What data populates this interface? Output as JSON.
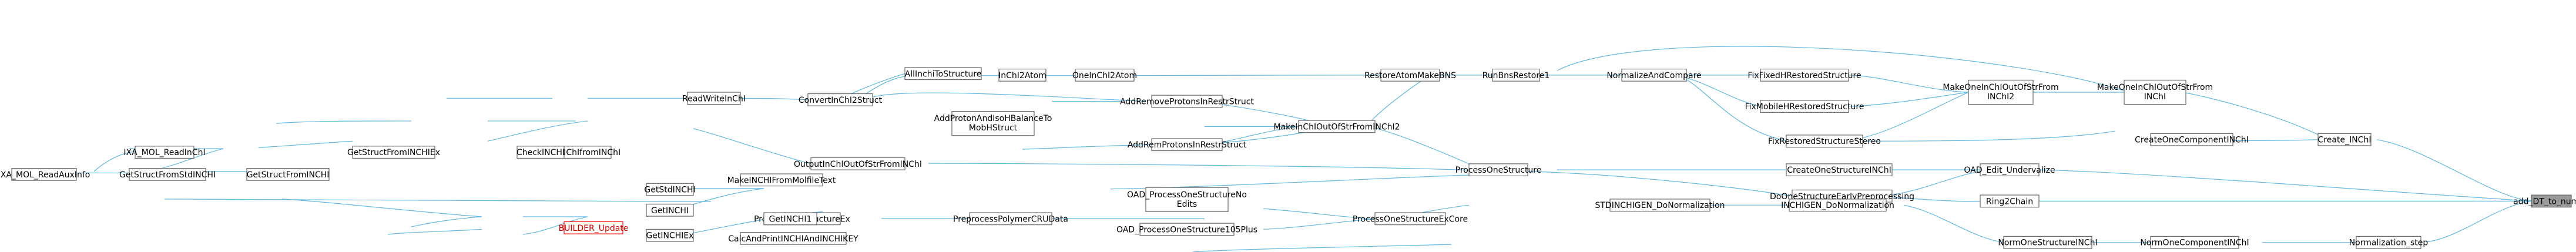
{
  "diagram": {
    "nodes": [
      {
        "id": "add",
        "label": "add_DT_to_num_H",
        "style": "root"
      },
      {
        "id": "create_inchi",
        "label": "Create_INChI"
      },
      {
        "id": "normalization_step",
        "label": "Normalization_step"
      },
      {
        "id": "make_one_inchi_out_of_str_from_inchi",
        "label": "MakeOneInChIOutOfStrFrom INChI"
      },
      {
        "id": "create_one_component_inchi",
        "label": "CreateOneComponentINChI"
      },
      {
        "id": "norm_one_component_inchi",
        "label": "NormOneComponentINChI"
      },
      {
        "id": "make_one_inchi_out_of_str_from_inchi2",
        "label": "MakeOneInChIOutOfStrFrom INChI2"
      },
      {
        "id": "oad_edit_undervalize",
        "label": "OAD_Edit_Undervalize"
      },
      {
        "id": "ring2chain",
        "label": "Ring2Chain"
      },
      {
        "id": "norm_one_structure_inchi",
        "label": "NormOneStructureINChI"
      },
      {
        "id": "fix_fixed_h",
        "label": "FixFixedHRestoredStructure"
      },
      {
        "id": "fix_mobile_h",
        "label": "FixMobileHRestoredStructure"
      },
      {
        "id": "fix_restored_stereo",
        "label": "FixRestoredStructureStereo"
      },
      {
        "id": "create_one_structure_inchi",
        "label": "CreateOneStructureINChI"
      },
      {
        "id": "do_one_structure_early",
        "label": "DoOneStructureEarlyPreprocessing"
      },
      {
        "id": "inchigen_do_normalization",
        "label": "INCHIGEN_DoNormalization"
      },
      {
        "id": "normalize_and_compare",
        "label": "NormalizeAndCompare"
      },
      {
        "id": "stdinchigen_do_normalization",
        "label": "STDINCHIGEN_DoNormalization"
      },
      {
        "id": "run_bns_restore1",
        "label": "RunBnsRestore1"
      },
      {
        "id": "process_one_structure",
        "label": "ProcessOneStructure"
      },
      {
        "id": "restore_atom_make_bns",
        "label": "RestoreAtomMakeBNS"
      },
      {
        "id": "process_one_structure_ex_core",
        "label": "ProcessOneStructureExCore"
      },
      {
        "id": "make_inchi_out_of_str_from_inchi2",
        "label": "MakeInChIOutOfStrFromINChI2"
      },
      {
        "id": "one_inchi2atom",
        "label": "OneInChI2Atom"
      },
      {
        "id": "oad_process_one_structure_no_edits",
        "label": "OAD_ProcessOneStructureNo Edits"
      },
      {
        "id": "oad_process_one_structure_105plus",
        "label": "OAD_ProcessOneStructure105Plus"
      },
      {
        "id": "add_remove_protons",
        "label": "AddRemoveProtonsInRestrStruct"
      },
      {
        "id": "add_rem_protons",
        "label": "AddRemProtonsInRestrStruct"
      },
      {
        "id": "inchi2atom",
        "label": "InChI2Atom"
      },
      {
        "id": "add_proton_and_isoh",
        "label": "AddProtonAndIsoHBalanceTo MobHStruct"
      },
      {
        "id": "preprocess_polymer_cru_data",
        "label": "PreprocessPolymerCRUData"
      },
      {
        "id": "all_inchi_to_structure",
        "label": "AllInchiToStructure"
      },
      {
        "id": "convert_inchi2struct",
        "label": "ConvertInChI2Struct"
      },
      {
        "id": "output_inchi_out_of_str",
        "label": "OutputInChIOutOfStrFromINChI"
      },
      {
        "id": "process_one_structure_ex",
        "label": "ProcessOneStructureEx"
      },
      {
        "id": "read_write_inchi",
        "label": "ReadWriteInChI"
      },
      {
        "id": "make_inchi_from_molfile_text",
        "label": "MakeINCHIFromMolfileText"
      },
      {
        "id": "get_inchi1",
        "label": "GetINCHI1"
      },
      {
        "id": "calc_and_print",
        "label": "CalcAndPrintINCHIAndINCHIKEY"
      },
      {
        "id": "get_inchi_from_inchi",
        "label": "GetINChIfromINChI"
      },
      {
        "id": "check_inchi",
        "label": "CheckINCHI"
      },
      {
        "id": "get_std_inchi",
        "label": "GetStdINCHI"
      },
      {
        "id": "get_inchi",
        "label": "GetINCHI"
      },
      {
        "id": "get_inchi_ex",
        "label": "GetINCHIEx"
      },
      {
        "id": "get_struct_from_inchi_ex",
        "label": "GetStructFromINCHIEx"
      },
      {
        "id": "get_struct_from_inchi",
        "label": "GetStructFromINCHI"
      },
      {
        "id": "builder_update",
        "label": "BUILDER_Update",
        "style": "red"
      },
      {
        "id": "ixa_mol_read_inchi",
        "label": "IXA_MOL_ReadInChI"
      },
      {
        "id": "get_struct_from_std_inchi",
        "label": "GetStructFromStdINCHI"
      },
      {
        "id": "ixa_mol_read_aux_info",
        "label": "IXA_MOL_ReadAuxInfo"
      }
    ]
  }
}
